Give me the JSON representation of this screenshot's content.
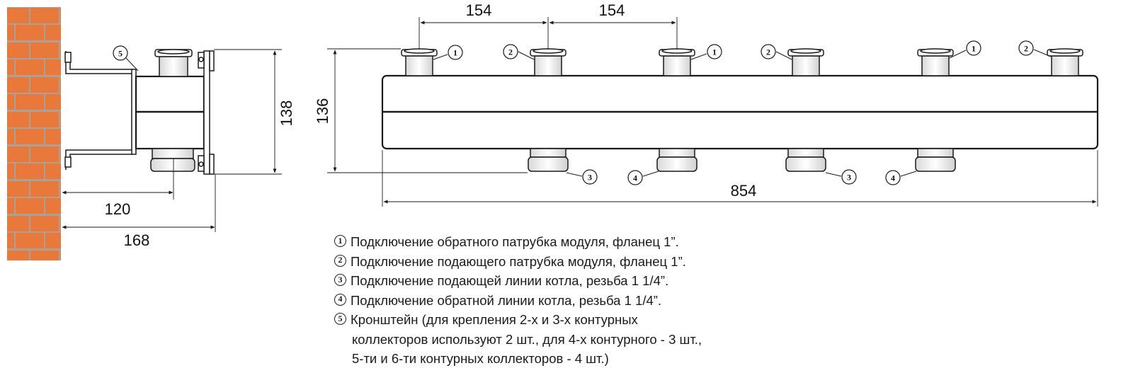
{
  "dimensions": {
    "spacing_a": "154",
    "spacing_b": "154",
    "height_side": "138",
    "height_front": "136",
    "length_total": "854",
    "depth_bracket": "120",
    "depth_total": "168"
  },
  "markers": {
    "m1": "1",
    "m2": "2",
    "m3": "3",
    "m4": "4",
    "m5": "5"
  },
  "legend": [
    {
      "num": "1",
      "text": "Подключение обратного патрубка модуля, фланец 1”."
    },
    {
      "num": "2",
      "text": "Подключение подающего патрубка модуля, фланец 1”."
    },
    {
      "num": "3",
      "text": "Подключение подающей линии котла, резьба 1 1/4”."
    },
    {
      "num": "4",
      "text": "Подключение обратной линии котла, резьба 1 1/4”."
    },
    {
      "num": "5",
      "text": "Кронштейн (для крепления 2-х и 3-х контурных"
    }
  ],
  "legend_cont": [
    "коллекторов используют 2 шт., для 4-х  контурного - 3 шт.,",
    "5-ти и 6-ти контурных коллекторов - 4 шт.)"
  ],
  "colors": {
    "brick": "#e8793a",
    "mortar": "#a9a29a",
    "line": "#1a1a1a"
  }
}
